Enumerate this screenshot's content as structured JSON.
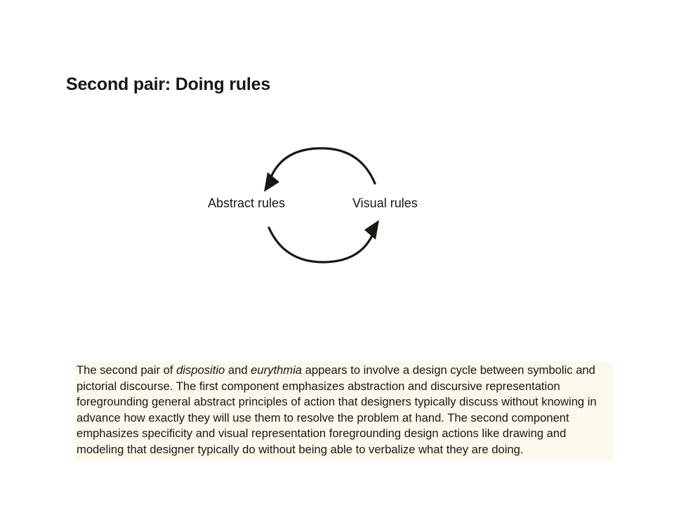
{
  "title": "Second pair: Doing rules",
  "diagram": {
    "left_node": "Abstract rules",
    "right_node": "Visual rules",
    "stroke_color": "#1a1614"
  },
  "description": {
    "part1": "The second pair of ",
    "term1": "dispositio",
    "part2": " and ",
    "term2": "eurythmia",
    "part3": " appears to involve a design cycle between symbolic and pictorial discourse. The first component emphasizes abstraction and discursive representation foregrounding general abstract principles of action that designers typically discuss without knowing in advance how exactly they will use them to resolve the problem at hand. The second component emphasizes specificity and visual representation foregrounding design actions like drawing and modeling that designer typically do without being able to verbalize what they are doing."
  }
}
